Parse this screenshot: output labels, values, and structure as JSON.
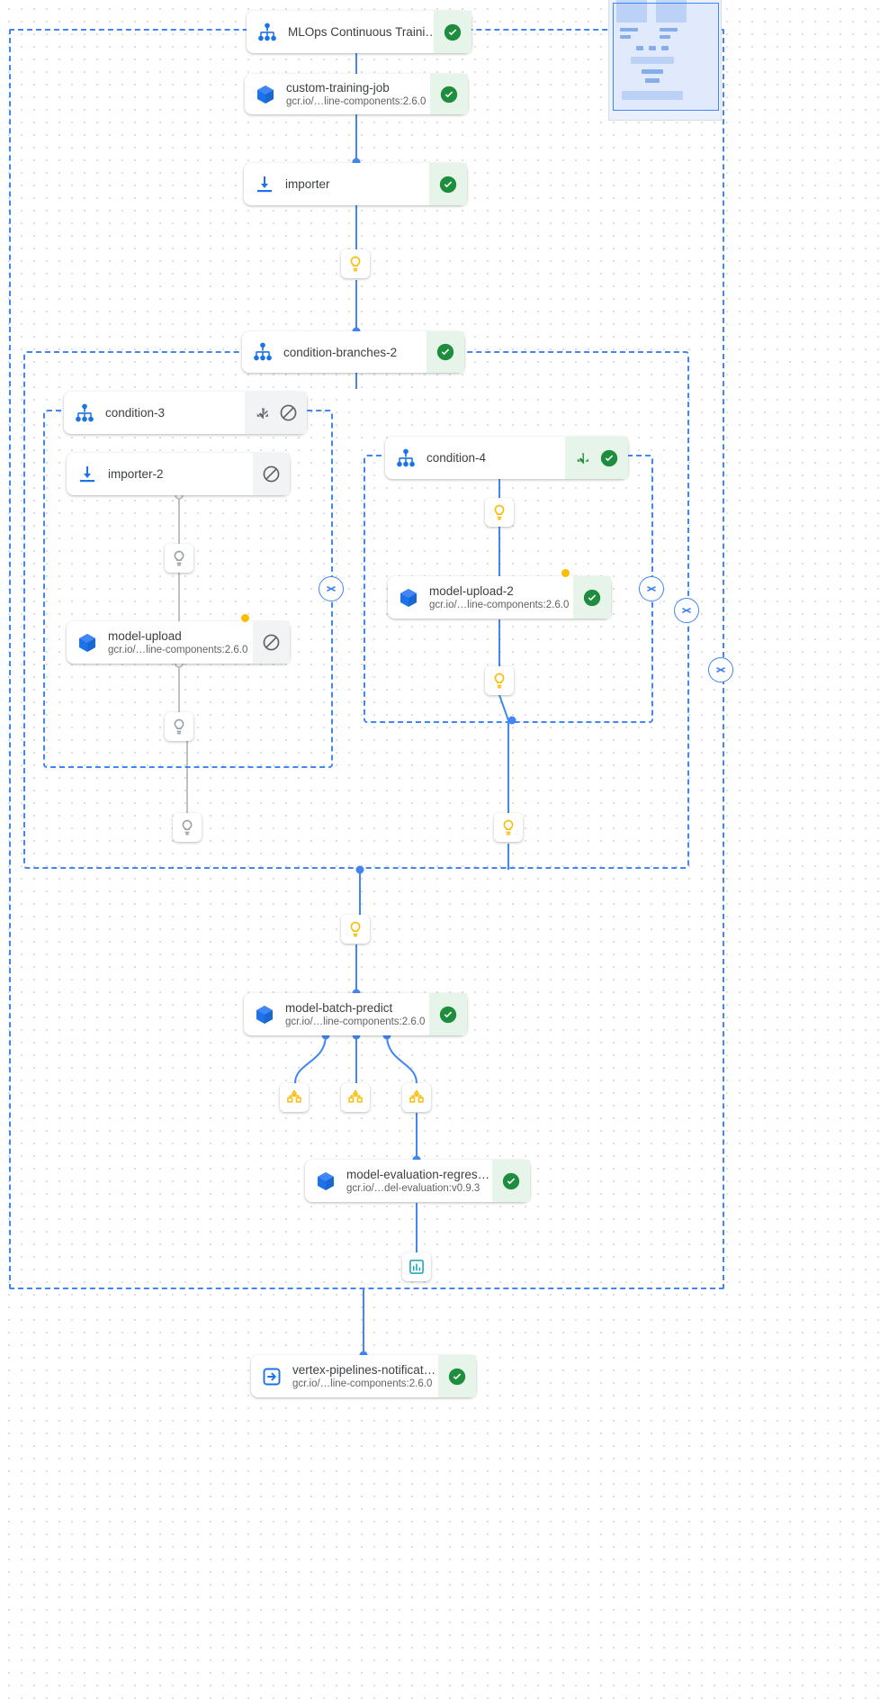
{
  "app": {
    "name": "vertex-ai-pipeline-dag-viewer",
    "accent": "#4285f4",
    "success_color": "#1e8e3e",
    "skipped_color": "#80868b",
    "cache_color": "#fbbc04"
  },
  "nodes": {
    "pipeline_root": {
      "title": "MLOps Continuous Traini…",
      "icon": "pipeline-dag-icon",
      "status": "succeeded",
      "status_icon": "check-circle-icon"
    },
    "custom_training_job": {
      "title": "custom-training-job",
      "subtitle": "gcr.io/…line-components:2.6.0",
      "icon": "container-component-icon",
      "status": "succeeded",
      "status_icon": "check-circle-icon"
    },
    "importer": {
      "title": "importer",
      "subtitle": "",
      "icon": "importer-download-icon",
      "status": "succeeded",
      "status_icon": "check-circle-icon"
    },
    "condition_branches_2": {
      "title": "condition-branches-2",
      "icon": "pipeline-dag-icon",
      "status": "succeeded",
      "status_icon": "check-circle-icon"
    },
    "condition_3": {
      "title": "condition-3",
      "icon": "pipeline-dag-icon",
      "status": "skipped",
      "status_icon": "block-circle-icon",
      "branch_icon": "branch-arrow-icon"
    },
    "importer_2": {
      "title": "importer-2",
      "subtitle": "",
      "icon": "importer-download-icon",
      "status": "skipped",
      "status_icon": "block-circle-icon"
    },
    "model_upload": {
      "title": "model-upload",
      "subtitle": "gcr.io/…line-components:2.6.0",
      "icon": "container-component-icon",
      "status": "skipped",
      "status_icon": "block-circle-icon",
      "cached": true
    },
    "condition_4": {
      "title": "condition-4",
      "icon": "pipeline-dag-icon",
      "status": "succeeded",
      "status_icon": "check-circle-icon",
      "branch_icon": "branch-arrow-icon"
    },
    "model_upload_2": {
      "title": "model-upload-2",
      "subtitle": "gcr.io/…line-components:2.6.0",
      "icon": "container-component-icon",
      "status": "succeeded",
      "status_icon": "check-circle-icon",
      "cached": true
    },
    "model_batch_predict": {
      "title": "model-batch-predict",
      "subtitle": "gcr.io/…line-components:2.6.0",
      "icon": "container-component-icon",
      "status": "succeeded",
      "status_icon": "check-circle-icon"
    },
    "model_evaluation": {
      "title": "model-evaluation-regres…",
      "subtitle": "gcr.io/…del-evaluation:v0.9.3",
      "icon": "container-component-icon",
      "status": "succeeded",
      "status_icon": "check-circle-icon"
    },
    "notification": {
      "title": "vertex-pipelines-notificat…",
      "subtitle": "gcr.io/…line-components:2.6.0",
      "icon": "exit-to-app-icon",
      "status": "succeeded",
      "status_icon": "check-circle-icon"
    }
  },
  "artifacts": [
    {
      "id": "artifact-1",
      "icon": "lightbulb-artifact-icon",
      "label": ""
    },
    {
      "id": "artifact-2",
      "icon": "lightbulb-artifact-icon",
      "label": ""
    },
    {
      "id": "artifact-3",
      "icon": "lightbulb-artifact-icon",
      "label": ""
    },
    {
      "id": "artifact-4",
      "icon": "lightbulb-artifact-icon",
      "label": ""
    },
    {
      "id": "artifact-5",
      "icon": "lightbulb-artifact-icon",
      "label": ""
    },
    {
      "id": "artifact-6",
      "icon": "lightbulb-artifact-icon",
      "label": ""
    },
    {
      "id": "artifact-7",
      "icon": "lightbulb-artifact-icon",
      "label": ""
    },
    {
      "id": "artifact-8",
      "icon": "lightbulb-artifact-icon",
      "label": ""
    },
    {
      "id": "artifact-9",
      "icon": "lightbulb-artifact-icon",
      "label": ""
    },
    {
      "id": "artifact-10",
      "icon": "dataset-artifact-icon",
      "label": ""
    },
    {
      "id": "artifact-11",
      "icon": "dataset-artifact-icon",
      "label": ""
    },
    {
      "id": "artifact-12",
      "icon": "dataset-artifact-icon",
      "label": ""
    },
    {
      "id": "artifact-13",
      "icon": "metrics-chart-icon",
      "label": ""
    }
  ],
  "collapsers": [
    {
      "id": "collapse-condition-3",
      "icon": "chevrons-collapse-icon"
    },
    {
      "id": "collapse-condition-4",
      "icon": "chevrons-collapse-icon"
    },
    {
      "id": "collapse-condition-branches-2",
      "icon": "chevrons-collapse-icon"
    },
    {
      "id": "collapse-root-group",
      "icon": "chevrons-collapse-icon"
    }
  ],
  "minimap": {
    "name": "dag-minimap",
    "viewport_label": ""
  }
}
